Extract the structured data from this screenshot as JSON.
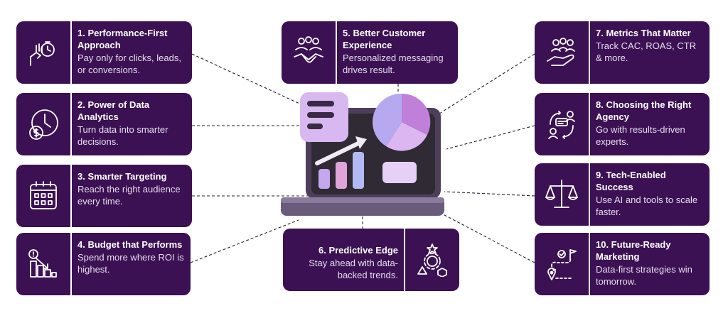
{
  "cards": [
    {
      "id": "c1",
      "title": "1. Performance-First Approach",
      "desc": "Pay only for clicks, leads, or conversions.",
      "icon": "hand-stopwatch-icon"
    },
    {
      "id": "c2",
      "title": "2. Power of Data Analytics",
      "desc": "Turn data into smarter decisions.",
      "icon": "clock-dollar-icon"
    },
    {
      "id": "c3",
      "title": "3. Smarter Targeting",
      "desc": "Reach the right audience every time.",
      "icon": "calendar-icon"
    },
    {
      "id": "c4",
      "title": "4. Budget that Performs",
      "desc": "Spend more where ROI is highest.",
      "icon": "declining-bars-icon"
    },
    {
      "id": "c5",
      "title": "5. Better Customer Experience",
      "desc": "Personalized messaging drives result.",
      "icon": "handshake-icon"
    },
    {
      "id": "c6",
      "title": "6. Predictive Edge",
      "desc": "Stay ahead with data-backed trends.",
      "icon": "gear-shapes-icon"
    },
    {
      "id": "c7",
      "title": "7. Metrics That Matter",
      "desc": "Track CAC, ROAS, CTR & more.",
      "icon": "hand-people-icon"
    },
    {
      "id": "c8",
      "title": "8. Choosing the Right Agency",
      "desc": "Go with results-driven experts.",
      "icon": "people-exchange-icon"
    },
    {
      "id": "c9",
      "title": "9. Tech-Enabled Success",
      "desc": "Use AI and tools to scale faster.",
      "icon": "scale-balance-icon"
    },
    {
      "id": "c10",
      "title": "10. Future-Ready Marketing",
      "desc": "Data-first strategies win tomorrow.",
      "icon": "roadmap-flag-icon"
    }
  ],
  "colors": {
    "card_bg": "#3b1153",
    "laptop_body": "#5a4a6a",
    "laptop_screen": "#2f2a33",
    "accent_purple": "#b98be0",
    "accent_lilac": "#d7c1f2"
  }
}
